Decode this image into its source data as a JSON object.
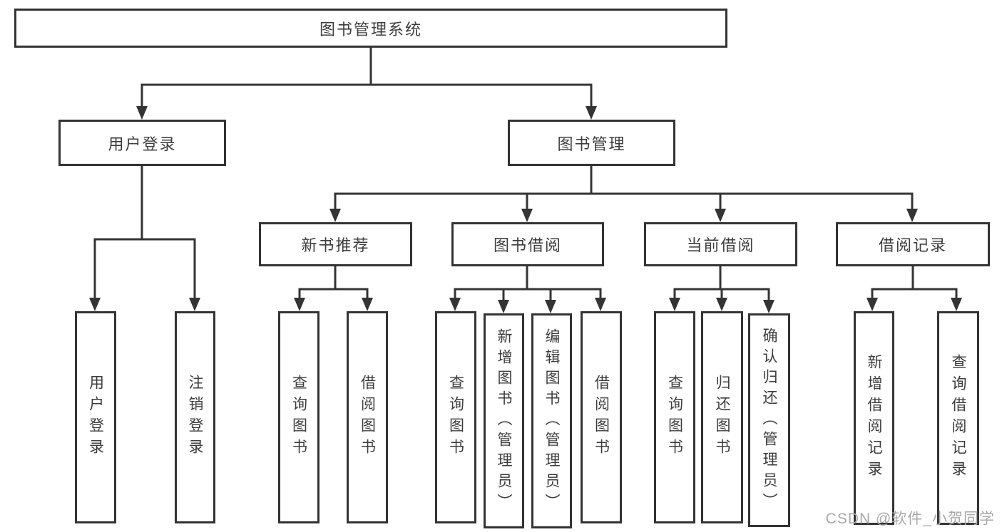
{
  "nodes": {
    "root": "图书管理系统",
    "user_login": "用户登录",
    "book_mgmt": "图书管理",
    "new_book_rec": "新书推荐",
    "book_borrow": "图书借阅",
    "current_borrow": "当前借阅",
    "borrow_records": "借阅记录",
    "leaves": {
      "user_login": [
        "用户登录",
        "注销登录"
      ],
      "new_book_rec": [
        "查询图书",
        "借阅图书"
      ],
      "book_borrow": [
        "查询图书",
        "新增图书（管理员）",
        "编辑图书（管理员）",
        "借阅图书"
      ],
      "current_borrow": [
        "查询图书",
        "归还图书",
        "确认归还（管理员）"
      ],
      "borrow_records": [
        "新增借阅记录",
        "查询借阅记录"
      ]
    }
  },
  "watermark": {
    "text": "CSDN @软件_小贺同学",
    "color": "#a9a9a9"
  },
  "colors": {
    "line": "#343434",
    "box_border": "#333333",
    "box_fill": "#ffffff",
    "text": "#3d3d3d",
    "background": "#ffffff"
  }
}
